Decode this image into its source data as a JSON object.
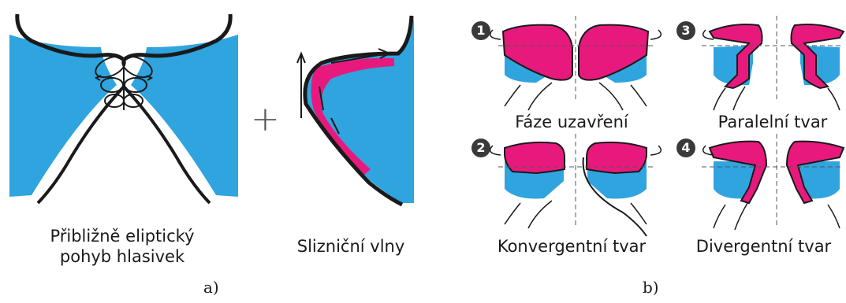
{
  "panel_a": {
    "label": "a)",
    "left_caption_line1": "Přibližně eliptický",
    "left_caption_line2": "pohyb hlasivek",
    "plus": "+",
    "right_caption": "Slizniční vlny"
  },
  "panel_b": {
    "label": "b)",
    "phases": [
      {
        "number": "1",
        "caption": "Fáze uzavření"
      },
      {
        "number": "2",
        "caption": "Konvergentní tvar"
      },
      {
        "number": "3",
        "caption": "Paralelní tvar"
      },
      {
        "number": "4",
        "caption": "Divergentní tvar"
      }
    ]
  },
  "colors": {
    "tissue": "#2fa4df",
    "mucosa": "#e8197d",
    "outline": "#1a1a1a"
  }
}
